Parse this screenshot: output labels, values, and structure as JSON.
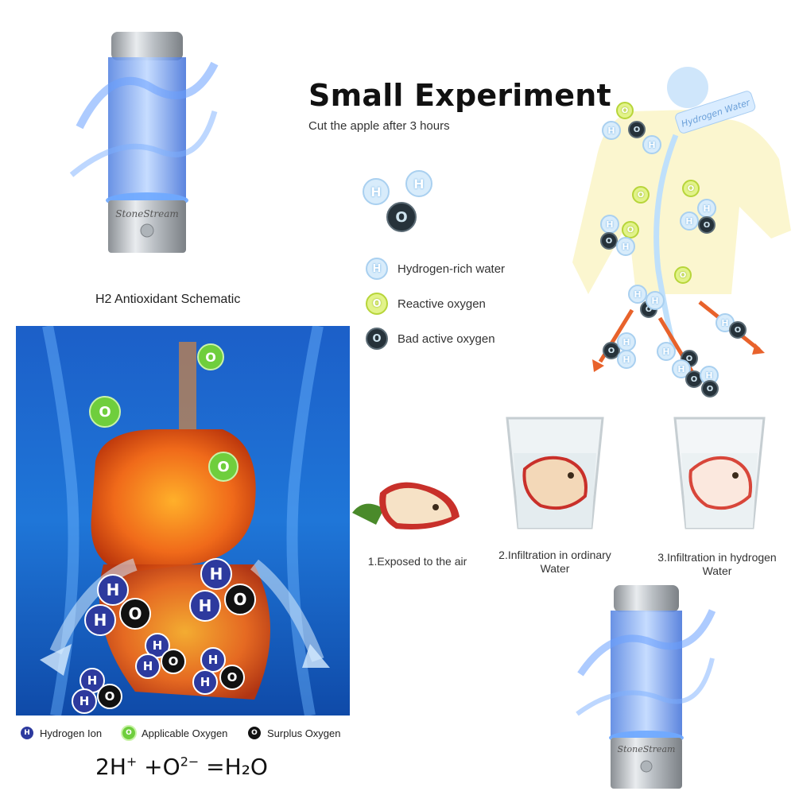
{
  "header": {
    "title": "Small Experiment",
    "subtitle": "Cut the apple after 3 hours"
  },
  "bottle": {
    "brand": "StoneStream"
  },
  "schematic": {
    "title": "H2 Antioxidant Schematic"
  },
  "legend": {
    "items": [
      {
        "symbol": "H",
        "label": "Hydrogen-rich water",
        "color": "#d8ecfb"
      },
      {
        "symbol": "O",
        "label": "Reactive oxygen",
        "color": "#e2f38a"
      },
      {
        "symbol": "O",
        "label": "Bad active oxygen",
        "color": "#26323a"
      }
    ]
  },
  "figure_label": "Hydrogen Water",
  "experiment": {
    "steps": [
      {
        "label": "1.Exposed to the air"
      },
      {
        "label": "2.Infiltration in ordinary Water"
      },
      {
        "label": "3.Infiltration in hydrogen Water"
      }
    ]
  },
  "body_legend": {
    "items": [
      {
        "symbol": "H",
        "label": "Hydrogen Ion",
        "color": "#2d3a9e"
      },
      {
        "symbol": "O",
        "label": "Applicable Oxygen",
        "color": "#6fce3d"
      },
      {
        "symbol": "O",
        "label": "Surplus Oxygen",
        "color": "#111111"
      }
    ]
  },
  "formula": {
    "lead": "2H",
    "lead_sup": "+",
    "mid": " +O",
    "mid_sup": "2−",
    "tail": " =H₂O"
  }
}
